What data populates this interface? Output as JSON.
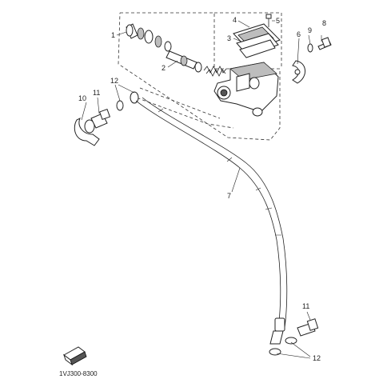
{
  "callouts": [
    {
      "id": "c1",
      "text": "1"
    },
    {
      "id": "c2",
      "text": "2"
    },
    {
      "id": "c3",
      "text": "3"
    },
    {
      "id": "c4",
      "text": "4"
    },
    {
      "id": "c5",
      "text": "5"
    },
    {
      "id": "c6",
      "text": "6"
    },
    {
      "id": "c7",
      "text": "7"
    },
    {
      "id": "c8",
      "text": "8"
    },
    {
      "id": "c9",
      "text": "9"
    },
    {
      "id": "c10",
      "text": "10"
    },
    {
      "id": "c11a",
      "text": "11"
    },
    {
      "id": "c11b",
      "text": "11"
    },
    {
      "id": "c12a",
      "text": "12"
    },
    {
      "id": "c12b",
      "text": "12"
    }
  ],
  "diagram_code": "1VJ300-8300",
  "icons": [
    "front-direction-arrow-icon"
  ]
}
